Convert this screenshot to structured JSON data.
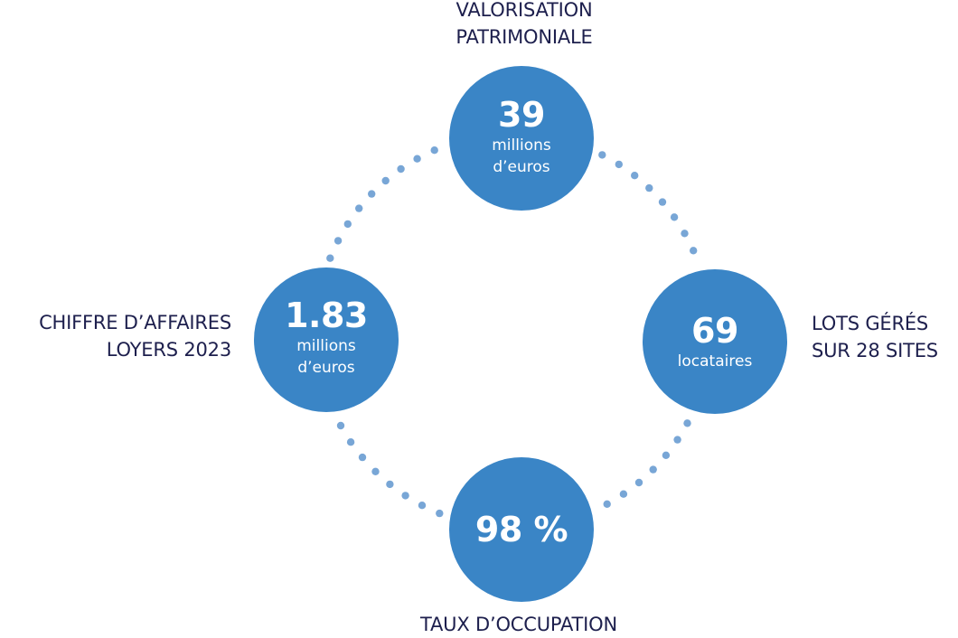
{
  "colors": {
    "circle": "#3a85c6",
    "dots": "#78a6d6",
    "label": "#1d1f4d",
    "circle_text": "#ffffff"
  },
  "nodes": {
    "top": {
      "value": "39",
      "unit": "millions\nd’euros",
      "label": "VALORISATION\nPATRIMONIALE"
    },
    "left": {
      "value": "1.83",
      "unit": "millions\nd’euros",
      "label": "CHIFFRE D’AFFAIRES\nLOYERS 2023"
    },
    "right": {
      "value": "69",
      "unit": "locataires",
      "label": "LOTS GÉRÉS\nSUR 28 SITES"
    },
    "bottom": {
      "value": "98 %",
      "label": "TAUX D’OCCUPATION"
    }
  }
}
